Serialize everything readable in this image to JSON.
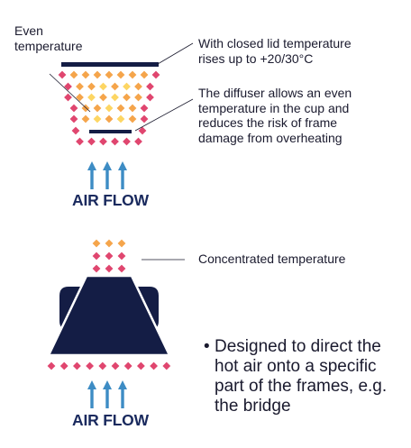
{
  "labels": {
    "even_temperature": "Even\ntemperature",
    "closed_lid": "With  closed lid temperature\nrises up to +20/30°C",
    "diffuser": "The diffuser allows an even\ntemperature in the cup and\nreduces the risk of frame\ndamage from overheating",
    "concentrated": "Concentrated temperature"
  },
  "air_flow": {
    "top": "AIR FLOW",
    "bottom": "AIR FLOW"
  },
  "bullet": {
    "marker": "•",
    "text": "Designed to direct the\nhot air onto a specific\npart of the frames, e.g.\nthe bridge"
  },
  "colors": {
    "navy": "#141d45",
    "pink": "#e0466f",
    "orange": "#f5a54b",
    "yellow": "#fdd663",
    "arrow_blue": "#3d8cc4",
    "text": "#1a1a2e"
  }
}
